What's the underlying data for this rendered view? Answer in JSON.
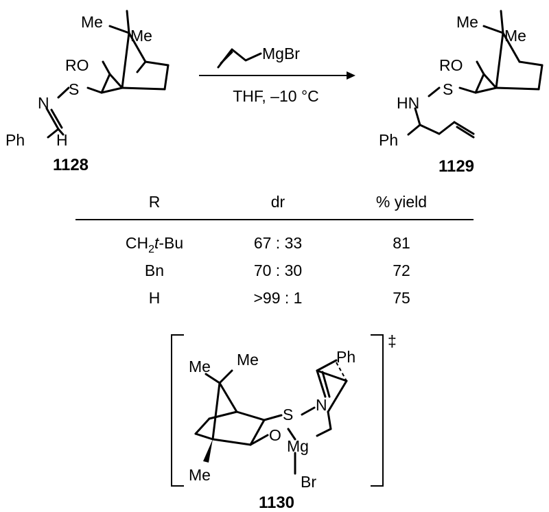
{
  "reactant": {
    "substituents": {
      "me_top": "Me",
      "me_side": "Me",
      "ro": "RO",
      "s": "S",
      "n": "N",
      "ph": "Ph",
      "h": "H"
    },
    "compound_number": "1128"
  },
  "reagent": {
    "name": "MgBr",
    "conditions": "THF, –10 °C"
  },
  "product": {
    "substituents": {
      "me_top": "Me",
      "me_side": "Me",
      "ro": "RO",
      "s": "S",
      "hn": "HN",
      "ph": "Ph"
    },
    "compound_number": "1129"
  },
  "table": {
    "headers": [
      "R",
      "dr",
      "% yield"
    ],
    "rows": [
      {
        "r_main": "CH",
        "r_sub": "2",
        "r_italic": "t",
        "r_rest": "-Bu",
        "dr": "67 : 33",
        "yield": "81"
      },
      {
        "r_main": "Bn",
        "r_sub": "",
        "r_italic": "",
        "r_rest": "",
        "dr": "70 : 30",
        "yield": "72"
      },
      {
        "r_main": "H",
        "r_sub": "",
        "r_italic": "",
        "r_rest": "",
        "dr": ">99 : 1",
        "yield": "75"
      }
    ]
  },
  "transition_state": {
    "substituents": {
      "me_top": "Me",
      "me_side": "Me",
      "me_bottom": "Me",
      "s": "S",
      "n": "N",
      "ph": "Ph",
      "o": "O",
      "mg": "Mg",
      "br": "Br"
    },
    "symbol": "‡",
    "compound_number": "1130"
  }
}
